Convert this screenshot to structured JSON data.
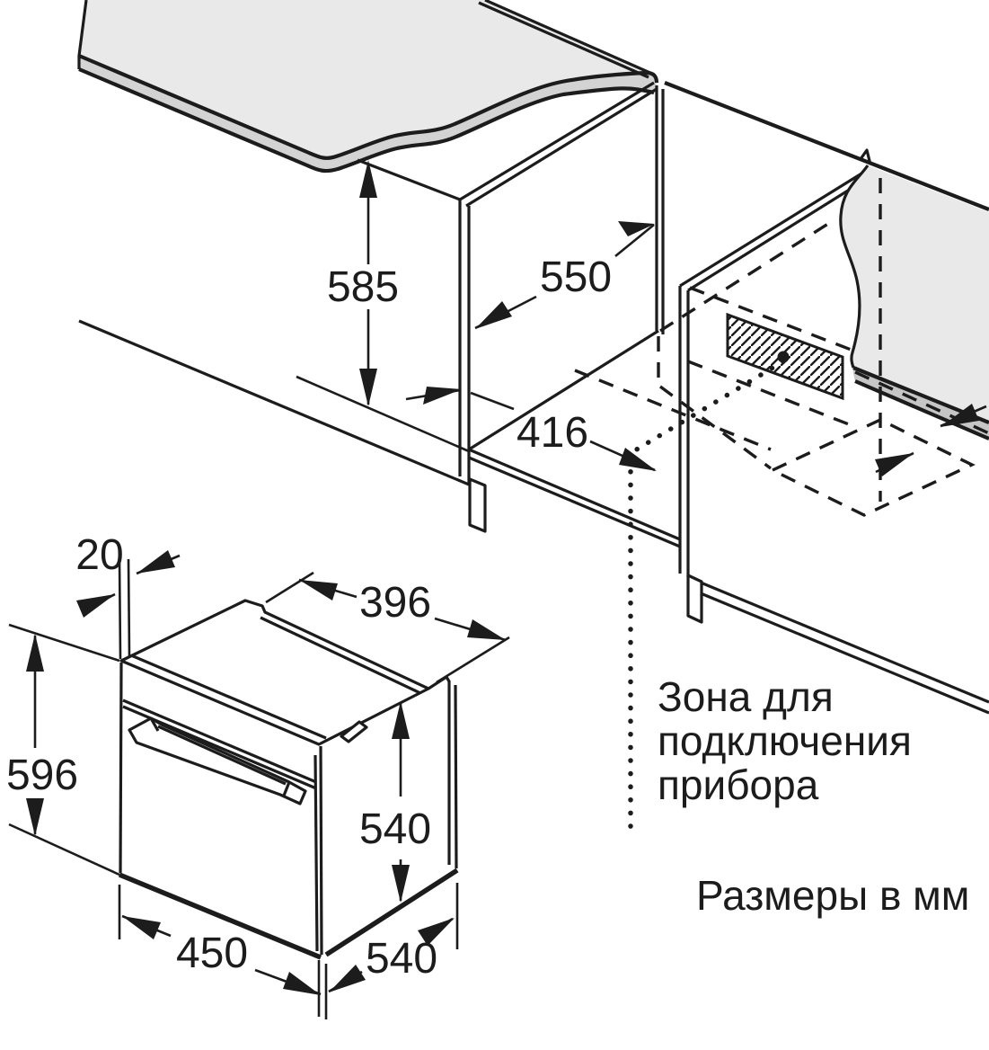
{
  "colors": {
    "line": "#1c1c1c",
    "surface": "#e9e9e9",
    "counter_edge": "#d3d3d3",
    "wall_band": "#c6c6c6",
    "background": "#ffffff"
  },
  "upper_diagram": {
    "niche_height_mm": "585",
    "niche_depth_mm": "550",
    "connection_zone_offset_mm": "416",
    "connection_zone_label_lines": [
      "Зона для",
      "подключения",
      "прибора"
    ]
  },
  "oven_drawing": {
    "front_frame_overhang_mm": "20",
    "top_rear_width_mm": "396",
    "appliance_height_mm": "596",
    "body_height_mm": "540",
    "front_width_mm": "450",
    "body_depth_mm": "540"
  },
  "footer": {
    "units_note": "Размеры в мм"
  }
}
